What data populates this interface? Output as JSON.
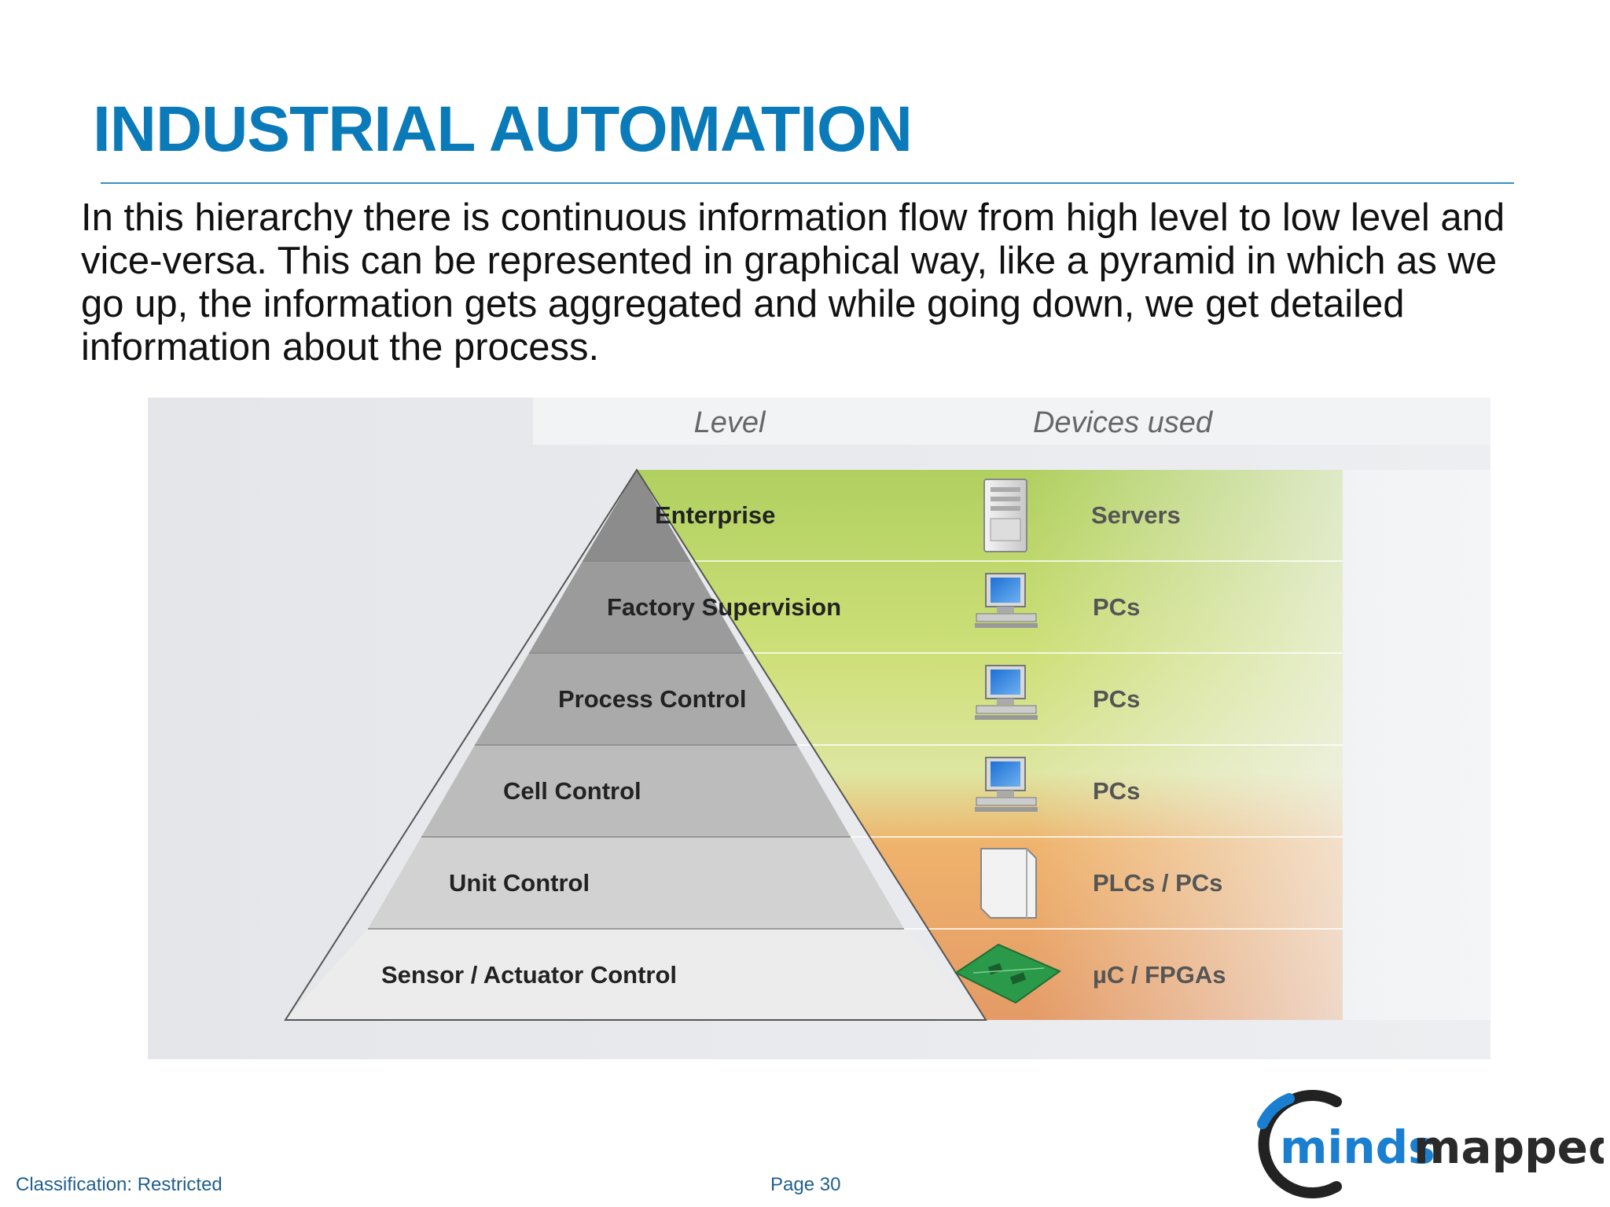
{
  "slide": {
    "title": "INDUSTRIAL AUTOMATION",
    "body": "In this hierarchy there is continuous information flow from high level to low level and vice-versa. This can be represented in  graphical way, like a pyramid in which as we go up, the information gets aggregated and while going down, we get detailed information about the process."
  },
  "diagram": {
    "header_level": "Level",
    "header_devices": "Devices used",
    "levels": [
      {
        "label": "Enterprise",
        "device": "Servers",
        "icon": "server-icon"
      },
      {
        "label": "Factory Supervision",
        "device": "PCs",
        "icon": "pc-icon"
      },
      {
        "label": "Process Control",
        "device": "PCs",
        "icon": "pc-icon"
      },
      {
        "label": "Cell Control",
        "device": "PCs",
        "icon": "pc-icon"
      },
      {
        "label": "Unit Control",
        "device": "PLCs / PCs",
        "icon": "plc-icon"
      },
      {
        "label": "Sensor / Actuator Control",
        "device": "µC / FPGAs",
        "icon": "circuit-board-icon"
      }
    ]
  },
  "footer": {
    "classification": "Classification: Restricted",
    "page": "Page 30"
  },
  "logo": {
    "part1": "minds",
    "part2": "mapped"
  },
  "colors": {
    "title": "#0b7ab8",
    "accent_green": "#b4d46a",
    "accent_orange": "#e8a565",
    "logo_blue": "#1a7fd0"
  }
}
